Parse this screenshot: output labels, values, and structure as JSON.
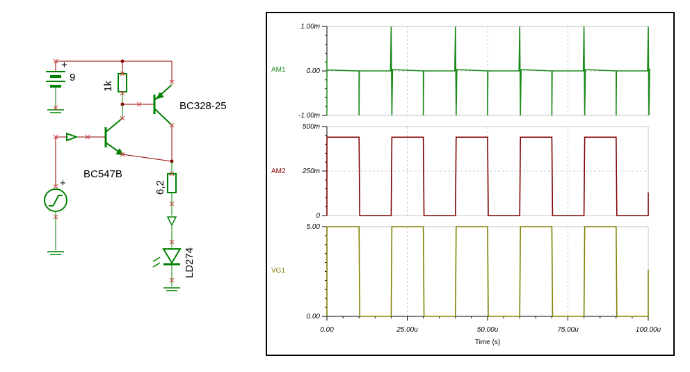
{
  "schematic": {
    "battery_label": "9",
    "battery_polarity": "+",
    "resistor1_label": "1k",
    "transistor_pnp_label": "BC328-25",
    "transistor_npn_label": "BC547B",
    "resistor2_label": "6,2",
    "led_label": "LD274",
    "generator_polarity": "+"
  },
  "colors": {
    "wire": "#8b0000",
    "component": "#008000",
    "am1": "#1a8a1a",
    "am2": "#800000",
    "vg1": "#808000",
    "grid": "#c8c8c8"
  },
  "chart_data": {
    "type": "line",
    "xlabel": "Time (s)",
    "x_tick_labels": [
      "0.00",
      "25.00u",
      "50.00u",
      "75.00u",
      "100.00u"
    ],
    "xlim_us": [
      0,
      100
    ],
    "period_us": 20,
    "high_duration_us": 10,
    "panels": [
      {
        "name": "AM1",
        "y_tick_labels": [
          "1.00m",
          "0.00",
          "-1.00m"
        ],
        "ylim": [
          -0.001,
          0.001
        ],
        "description_values": {
          "baseline": 0.0,
          "spike_max": 0.001,
          "spike_min": -0.001
        }
      },
      {
        "name": "AM2",
        "y_tick_labels": [
          "500m",
          "250m",
          "0"
        ],
        "ylim": [
          0,
          0.5
        ],
        "high_value": 0.44,
        "low_value": 0.0
      },
      {
        "name": "VG1",
        "y_tick_labels": [
          "5.00",
          "0.00"
        ],
        "ylim": [
          0,
          5
        ],
        "high_value": 5.0,
        "low_value": 0.0
      }
    ]
  }
}
